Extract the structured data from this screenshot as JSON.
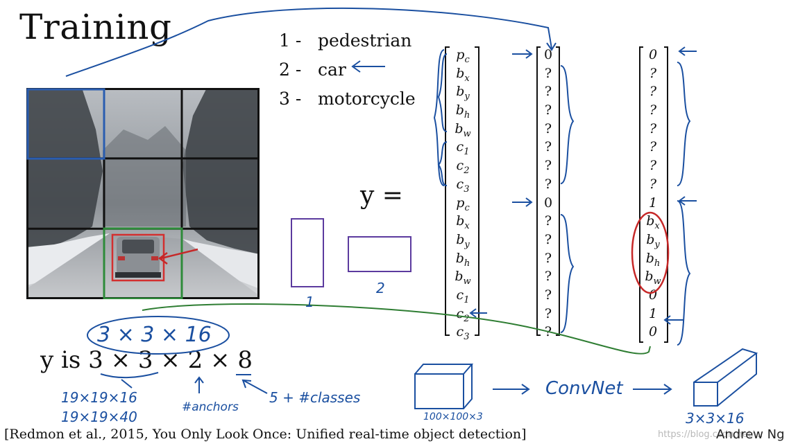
{
  "title": "Training",
  "classes": [
    {
      "num": "1 -",
      "name": "pedestrian"
    },
    {
      "num": "2 -",
      "name": "car"
    },
    {
      "num": "3 -",
      "name": "motorcycle"
    }
  ],
  "y_equals": "y  =",
  "y_shape_label": "y  is 3 × 3 × 2 × 8",
  "label_vector": [
    {
      "sym": "p",
      "sub": "c"
    },
    {
      "sym": "b",
      "sub": "x"
    },
    {
      "sym": "b",
      "sub": "y"
    },
    {
      "sym": "b",
      "sub": "h"
    },
    {
      "sym": "b",
      "sub": "w"
    },
    {
      "sym": "c",
      "sub": "1"
    },
    {
      "sym": "c",
      "sub": "2"
    },
    {
      "sym": "c",
      "sub": "3"
    },
    {
      "sym": "p",
      "sub": "c"
    },
    {
      "sym": "b",
      "sub": "x"
    },
    {
      "sym": "b",
      "sub": "y"
    },
    {
      "sym": "b",
      "sub": "h"
    },
    {
      "sym": "b",
      "sub": "w"
    },
    {
      "sym": "c",
      "sub": "1"
    },
    {
      "sym": "c",
      "sub": "2"
    },
    {
      "sym": "c",
      "sub": "3"
    }
  ],
  "no_object_vector": [
    "0",
    "?",
    "?",
    "?",
    "?",
    "?",
    "?",
    "?",
    "0",
    "?",
    "?",
    "?",
    "?",
    "?",
    "?",
    "?"
  ],
  "car_vector": [
    {
      "sym": "0",
      "sub": ""
    },
    {
      "sym": "?",
      "sub": ""
    },
    {
      "sym": "?",
      "sub": ""
    },
    {
      "sym": "?",
      "sub": ""
    },
    {
      "sym": "?",
      "sub": ""
    },
    {
      "sym": "?",
      "sub": ""
    },
    {
      "sym": "?",
      "sub": ""
    },
    {
      "sym": "?",
      "sub": ""
    },
    {
      "sym": "1",
      "sub": ""
    },
    {
      "sym": "b",
      "sub": "x"
    },
    {
      "sym": "b",
      "sub": "y"
    },
    {
      "sym": "b",
      "sub": "h"
    },
    {
      "sym": "b",
      "sub": "w"
    },
    {
      "sym": "0",
      "sub": ""
    },
    {
      "sym": "1",
      "sub": ""
    },
    {
      "sym": "0",
      "sub": ""
    }
  ],
  "handwritten": {
    "output_shape": "3 × 3 × 16",
    "shape_19_16": "19×19×16",
    "shape_19_40": "19×19×40",
    "anchors": "#anchors",
    "classes_note": "5 + #classes",
    "anchor_1": "1",
    "anchor_2": "2",
    "input_size": "100×100×3",
    "convnet": "ConvNet",
    "output_volume": "3×3×16"
  },
  "citation": "[Redmon et al., 2015, You Only Look Once: Unified real-time object detection]",
  "author": "Andrew Ng",
  "watermark": "https://blog.csdn.net/...",
  "colors": {
    "ink": "#111111",
    "hand_blue": "#1a4fa0",
    "hand_green": "#2e7d32",
    "hand_red": "#c62828",
    "hand_purple": "#5b3a9e",
    "grid_blue": "#2a5db0",
    "grid_green": "#2e8b3a"
  }
}
